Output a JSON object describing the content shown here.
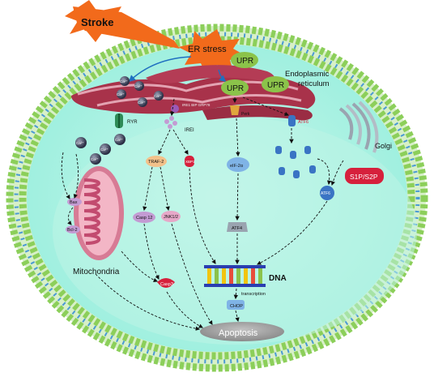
{
  "labels": {
    "stroke": "Stroke",
    "er_stress": "ER stress",
    "upr": "UPR",
    "er_line1": "Endoplasmic",
    "er_line2": "reticulum",
    "ca": "Ca²⁺",
    "ryr": "RYR",
    "ire1_receptor": "IRE1 BIP GRP78",
    "perk": "Perk",
    "atf6": "ATF6",
    "golgi": "Golgi",
    "s1p_s2p": "S1P/S2P",
    "ire1": "IREI",
    "traf2": "TRAF-2",
    "xbp1": "XBP1",
    "eif2a": "eIF-2α",
    "atf4": "ATF4",
    "bax": "Bax",
    "bcl2": "Bcl-2",
    "mitochondria": "Mitochondria",
    "casp12": "Casp 12",
    "jnk": "JNK1/2",
    "casp3": "Casp3",
    "dna": "DNA",
    "transcription": "transcription",
    "chop": "CHOP",
    "apoptosis": "Apoptosis"
  },
  "colors": {
    "background": "#ffffff",
    "membrane_head": "#8ccf5a",
    "membrane_tail": "#4a9ad4",
    "cytoplasm": "#9cefde",
    "nucleus": "#bdf4e6",
    "er": "#a8324a",
    "upr": "#8bc34a",
    "stroke_burst": "#f26a1b",
    "mitochondria": "#d77b95",
    "s1p_s2p": "#d6203c",
    "apoptosis": "#9a9a9a"
  },
  "icons": [
    "burst-icon",
    "er-icon",
    "golgi-icon",
    "mitochondrion-icon",
    "dna-icon",
    "calcium-ion-icon",
    "protein-icon",
    "arrow-icon"
  ]
}
